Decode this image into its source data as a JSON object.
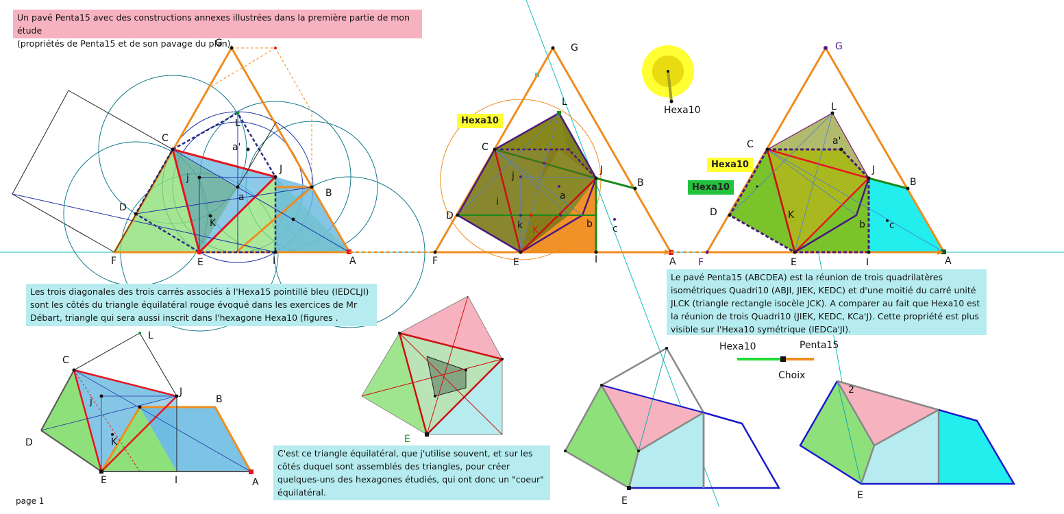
{
  "notes": {
    "top_left": "Un pavé Penta15 avec des constructions annexes illustrées dans la première partie de mon étude\n(propriétés de Penta15 et de son pavage du plan).",
    "diagonals": "Les trois diagonales des trois carrés associés à l'Hexa15 pointillé bleu (IEDCLJI)\nsont les côtés du triangle équilatéral rouge évoqué dans les exercices de Mr\nDébart, triangle qui sera aussi inscrit dans l'hexagone Hexa10 (figures .",
    "penta_union": "Le pavé Penta15 (ABCDEA) est la réunion de trois quadrilatères\nisométriques Quadri10 (ABJI, JIEK, KEDC) et d'une moitié du carré unité\nJLCK (triangle rectangle isocèle JCK). A comparer au fait que Hexa10 est\nla réunion de trois Quadri10 (JIEK, KEDC, KCa'J). Cette propriété est plus\nvisible sur l'Hexa10 symétrique (IEDCa'JI).",
    "equilateral": "C'est ce triangle équilatéral, que j'utilise souvent, et sur les\ncôtés duquel sont  assemblés des triangles, pour créer\nquelques-uns des hexagones étudiés, qui ont donc un \"coeur\"\néquilatéral."
  },
  "tags": {
    "hexa10_mid": "Hexa10",
    "hexa10_right_yellow": "Hexa10",
    "hexa10_right_green": "Hexa10",
    "hexa10_sun": "Hexa10"
  },
  "slider": {
    "left_label": "Hexa10",
    "right_label": "Penta15",
    "caption": "Choix"
  },
  "page_label": "page 1",
  "points": {
    "fig1": [
      "G",
      "C",
      "L",
      "a'",
      "J",
      "j",
      "a",
      "B",
      "D",
      "K",
      "F",
      "E",
      "I",
      "A"
    ],
    "fig2": [
      "G",
      "L",
      "C",
      "J",
      "B",
      "j",
      "i",
      "a",
      "D",
      "k",
      "K",
      "b",
      "c",
      "F",
      "E",
      "I",
      "A"
    ],
    "fig3": [
      "G",
      "L",
      "C",
      "a'",
      "J",
      "B",
      "D",
      "K",
      "b",
      "c",
      "F",
      "E",
      "I",
      "A"
    ],
    "fig4": [
      "L",
      "C",
      "J",
      "B",
      "j",
      "D",
      "K",
      "E",
      "I",
      "A"
    ],
    "fig5": [
      "E"
    ],
    "fig6": [
      "E"
    ],
    "fig7": [
      "2",
      "E"
    ]
  },
  "colors": {
    "orange": "#f08c1e",
    "red": "#e8141e",
    "blue_fill": "#66b8e0",
    "green_fill": "#8ee07a",
    "olive": "#7b7a1a",
    "cyan_fill": "#22eeee",
    "pink_fill": "#f7b2bf",
    "yellow": "#ffff33",
    "dark_blue": "#1a1acc",
    "navy_dash": "#2a2a88",
    "purple": "#4b1a7a"
  }
}
